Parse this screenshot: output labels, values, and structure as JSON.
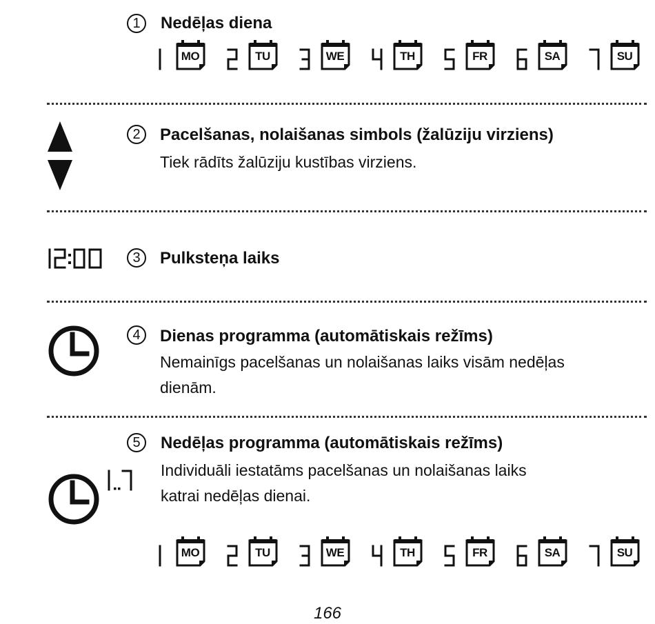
{
  "days": [
    {
      "num": "1",
      "abbr": "MO"
    },
    {
      "num": "2",
      "abbr": "TU"
    },
    {
      "num": "3",
      "abbr": "WE"
    },
    {
      "num": "4",
      "abbr": "TH"
    },
    {
      "num": "5",
      "abbr": "FR"
    },
    {
      "num": "6",
      "abbr": "SA"
    },
    {
      "num": "7",
      "abbr": "SU"
    }
  ],
  "sections": [
    {
      "number": "1",
      "title": "Nedēļas diena",
      "description": ""
    },
    {
      "number": "2",
      "title": "Pacelšanas, nolaišanas simbols (žalūziju virziens)",
      "description": "Tiek rādīts žalūziju kustības virziens."
    },
    {
      "number": "3",
      "title": "Pulksteņa laiks",
      "description": ""
    },
    {
      "number": "4",
      "title": "Dienas programma (automātiskais režīms)",
      "description_line1": "Nemainīgs pacelšanas un nolaišanas laiks visām nedēļas",
      "description_line2": "dienām."
    },
    {
      "number": "5",
      "title": "Nedēļas programma (automātiskais režīms)",
      "description_line1": "Individuāli iestatāms pacelšanas un nolaišanas laiks",
      "description_line2": "katrai nedēļas dienai."
    }
  ],
  "clock_display": "12:00",
  "week_range_display": "1..7",
  "page_number": "166",
  "icons": {
    "up_arrow": "triangle-up-icon",
    "down_arrow": "triangle-down-icon",
    "clock": "clock-icon",
    "calendar": "calendar-day-icon"
  }
}
